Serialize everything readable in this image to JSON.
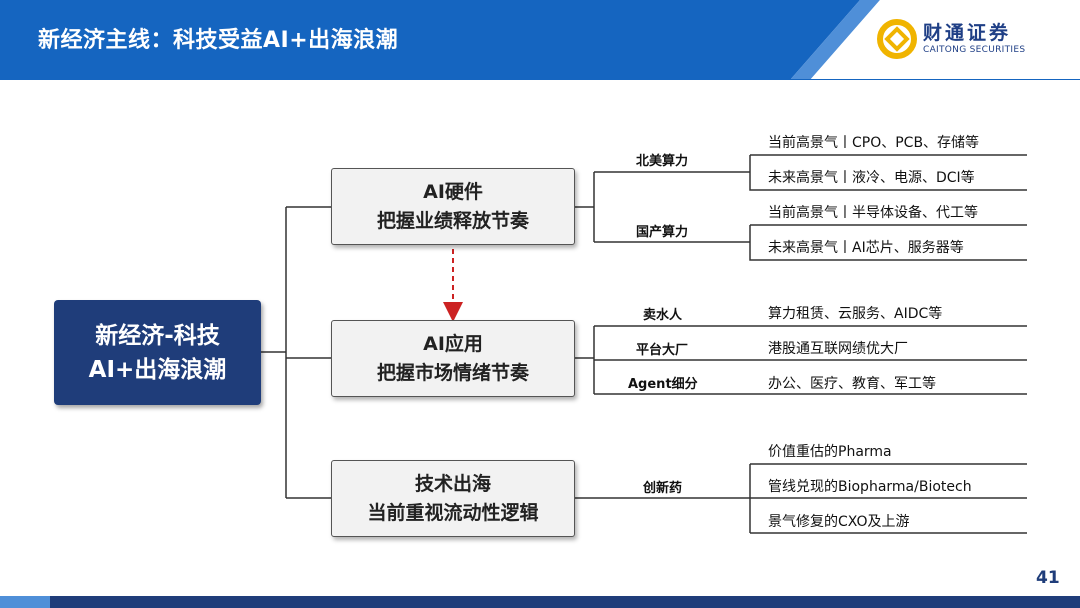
{
  "header": {
    "title": "新经济主线：科技受益AI+出海浪潮",
    "logo_cn": "财通证券",
    "logo_en": "CAITONG SECURITIES"
  },
  "root": {
    "line1": "新经济-科技",
    "line2": "AI+出海浪潮"
  },
  "mid": [
    {
      "line1": "AI硬件",
      "line2": "把握业绩释放节奏"
    },
    {
      "line1": "AI应用",
      "line2": "把握市场情绪节奏"
    },
    {
      "line1": "技术出海",
      "line2": "当前重视流动性逻辑"
    }
  ],
  "categories": [
    "北美算力",
    "国产算力",
    "卖水人",
    "平台大厂",
    "Agent细分",
    "创新药"
  ],
  "leaves": [
    "当前高景气丨CPO、PCB、存储等",
    "未来高景气丨液冷、电源、DCI等",
    "当前高景气丨半导体设备、代工等",
    "未来高景气丨AI芯片、服务器等",
    "算力租赁、云服务、AIDC等",
    "港股通互联网绩优大厂",
    "办公、医疗、教育、军工等",
    "价值重估的Pharma",
    "管线兑现的Biopharma/Biotech",
    "景气修复的CXO及上游"
  ],
  "page_number": "41",
  "colors": {
    "primary": "#1f3d7a",
    "accent": "#f0b400",
    "header_blue": "#1565c0",
    "arrow": "#cc2222"
  }
}
